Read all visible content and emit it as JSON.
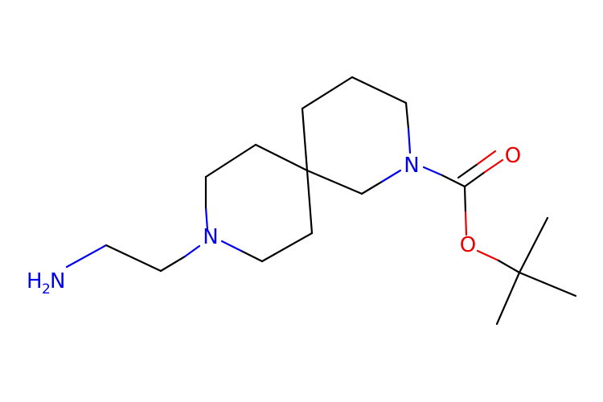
{
  "colors": {
    "carbon": "#000000",
    "nitrogen": "#0000ee",
    "oxygen": "#ee0000",
    "background": "#ffffff"
  },
  "atoms": {
    "n_ring_left": "N",
    "n_ring_right": "N",
    "amine_h": "H",
    "amine_h_count": "2",
    "amine_n": "N",
    "carbonyl_o": "O",
    "ester_o": "O"
  }
}
